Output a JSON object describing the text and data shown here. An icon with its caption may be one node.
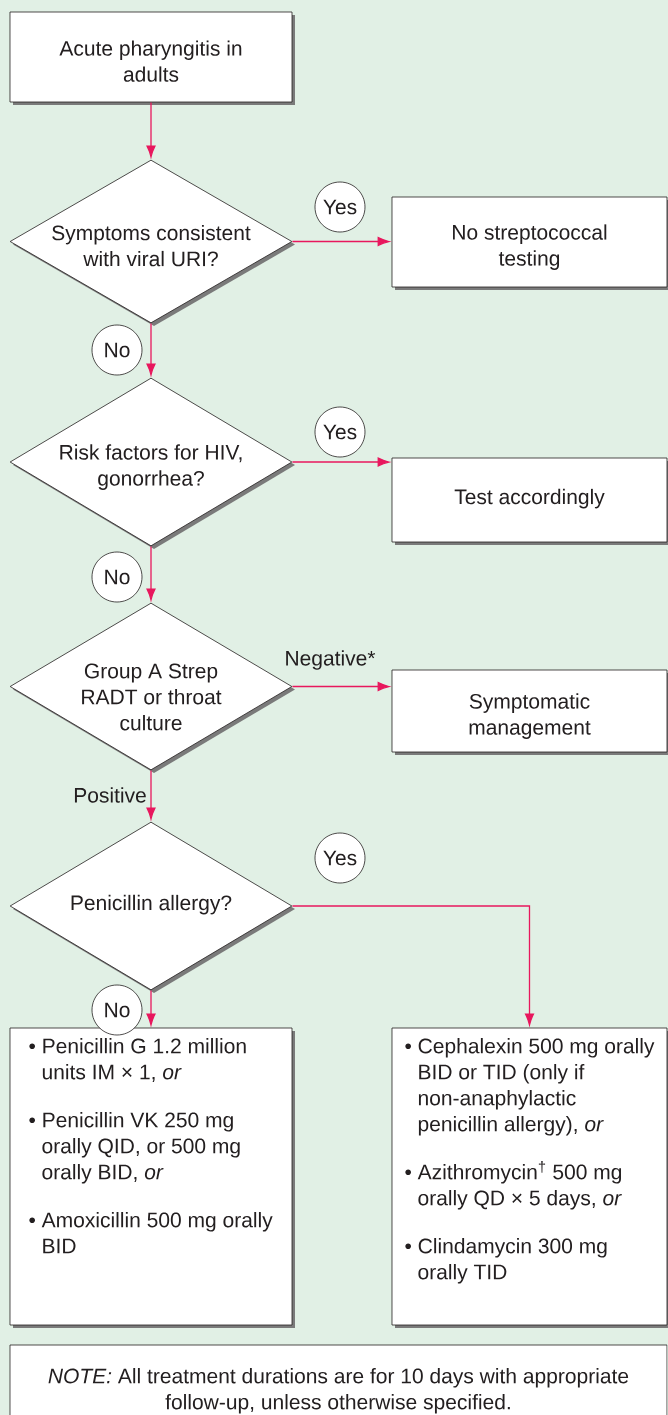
{
  "diagram": {
    "nodes": [
      {
        "text": [
          "Acute pharyngitis in adults"
        ]
      },
      {
        "text": [
          "Symptoms consistent with viral URI?"
        ]
      },
      {
        "text": [
          "No streptococcal testing"
        ]
      },
      {
        "text": [
          "Risk factors for HIV, gonorrhea?"
        ]
      },
      {
        "text": [
          "Test accordingly"
        ]
      },
      {
        "text": [
          "Group A Strep RADT or throat culture"
        ]
      },
      {
        "text": [
          "Symptomatic management"
        ]
      },
      {
        "text": [
          "Penicillin allergy?"
        ]
      },
      {
        "text": [
          "• Penicillin G 1.2 million units IM × 1, *or*",
          "• Penicillin VK 250 mg orally QID, or 500 mg orally BID, *or*",
          "• Amoxicillin 500 mg orally BID"
        ]
      },
      {
        "text": [
          "• Cephalexin 500 mg orally BID or TID (only if non-anaphylactic penicillin allergy), *or*",
          "• Azithromycin$^{†}$ 500 mg orally QD × 5 days, *or*",
          "• Clindamycin 300 mg orally TID"
        ]
      },
      {
        "text": [
          "*NOTE:* All treatment durations are for 10 days with appropriate follow-up, unless otherwise specified."
        ]
      }
    ],
    "edges": [
      {
        "from": 0,
        "to": 1,
        "arrow": "to"
      },
      {
        "from": 1,
        "to": 2,
        "arrow": "to",
        "label": "Yes"
      },
      {
        "from": 1,
        "to": 3,
        "arrow": "to",
        "label": "No"
      },
      {
        "from": 3,
        "to": 4,
        "arrow": "to",
        "label": "Yes"
      },
      {
        "from": 3,
        "to": 5,
        "arrow": "to",
        "label": "No"
      },
      {
        "from": 5,
        "to": 6,
        "arrow": "to",
        "label": "Negative*"
      },
      {
        "from": 5,
        "to": 7,
        "arrow": "to",
        "label": "Positive"
      },
      {
        "from": 7,
        "to": 9,
        "arrow": "to",
        "label": "Yes"
      },
      {
        "from": 7,
        "to": 8,
        "arrow": "to",
        "label": "No"
      }
    ]
  }
}
